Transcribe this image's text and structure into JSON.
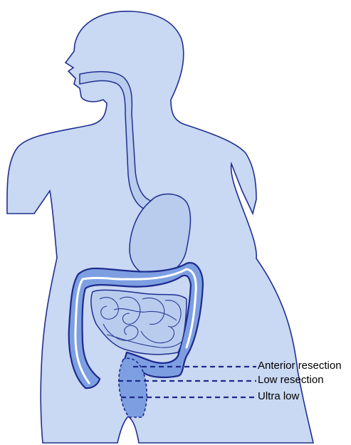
{
  "labels": {
    "anterior": "Anterior resection",
    "low": "Low resection",
    "ultra": "Ultra low"
  },
  "colors": {
    "body": "#c9d8f3",
    "outline": "#1f2f8f",
    "colon": "#7d9fe2",
    "line": "#1d2a8c"
  }
}
